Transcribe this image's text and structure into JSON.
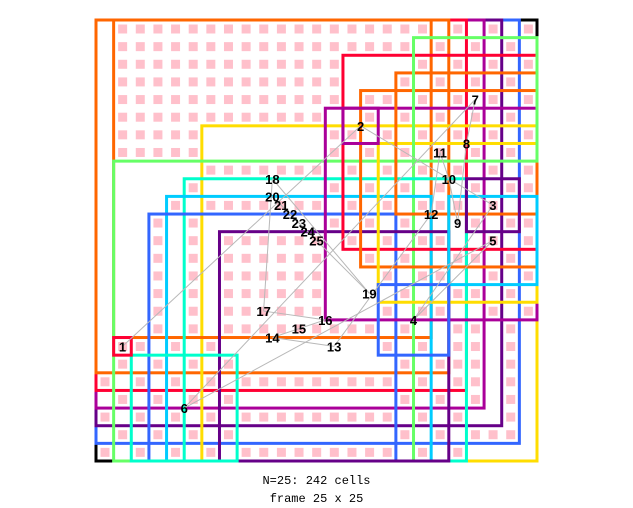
{
  "caption": {
    "summary": "N=25: 242 cells",
    "frame": "frame 25 x 25"
  },
  "colors": {
    "cell_fill": "#ffc0cb",
    "path_line": "#b8b8b8",
    "red": "#ff0033",
    "orange": "#ff6600",
    "yellow": "#ffdd00",
    "green": "#66ff66",
    "aqua": "#00ffcc",
    "lightblue": "#00ccff",
    "blue": "#3366ff",
    "purple": "#660088",
    "magenta": "#aa0099",
    "black": "#000000"
  },
  "squares": [
    {
      "label": "1",
      "color": "red"
    },
    {
      "label": "2",
      "color": "magenta"
    },
    {
      "label": "3",
      "color": "purple"
    },
    {
      "label": "4",
      "color": "blue"
    },
    {
      "label": "5",
      "color": "lightblue"
    },
    {
      "label": "6",
      "color": "aqua"
    },
    {
      "label": "7",
      "color": "green"
    },
    {
      "label": "8",
      "color": "orange"
    },
    {
      "label": "9",
      "color": "yellow"
    },
    {
      "label": "10",
      "color": "orange"
    },
    {
      "label": "11",
      "color": "red"
    },
    {
      "label": "12",
      "color": "magenta"
    },
    {
      "label": "13",
      "color": "purple"
    },
    {
      "label": "14",
      "color": "blue"
    },
    {
      "label": "15",
      "color": "lightblue"
    },
    {
      "label": "16",
      "color": "aqua"
    },
    {
      "label": "17",
      "color": "green"
    },
    {
      "label": "18",
      "color": "orange"
    },
    {
      "label": "19",
      "color": "yellow"
    },
    {
      "label": "20",
      "color": "orange"
    },
    {
      "label": "21",
      "color": "red"
    },
    {
      "label": "22",
      "color": "magenta"
    },
    {
      "label": "23",
      "color": "purple"
    },
    {
      "label": "24",
      "color": "blue"
    },
    {
      "label": "25",
      "color": "black"
    }
  ]
}
